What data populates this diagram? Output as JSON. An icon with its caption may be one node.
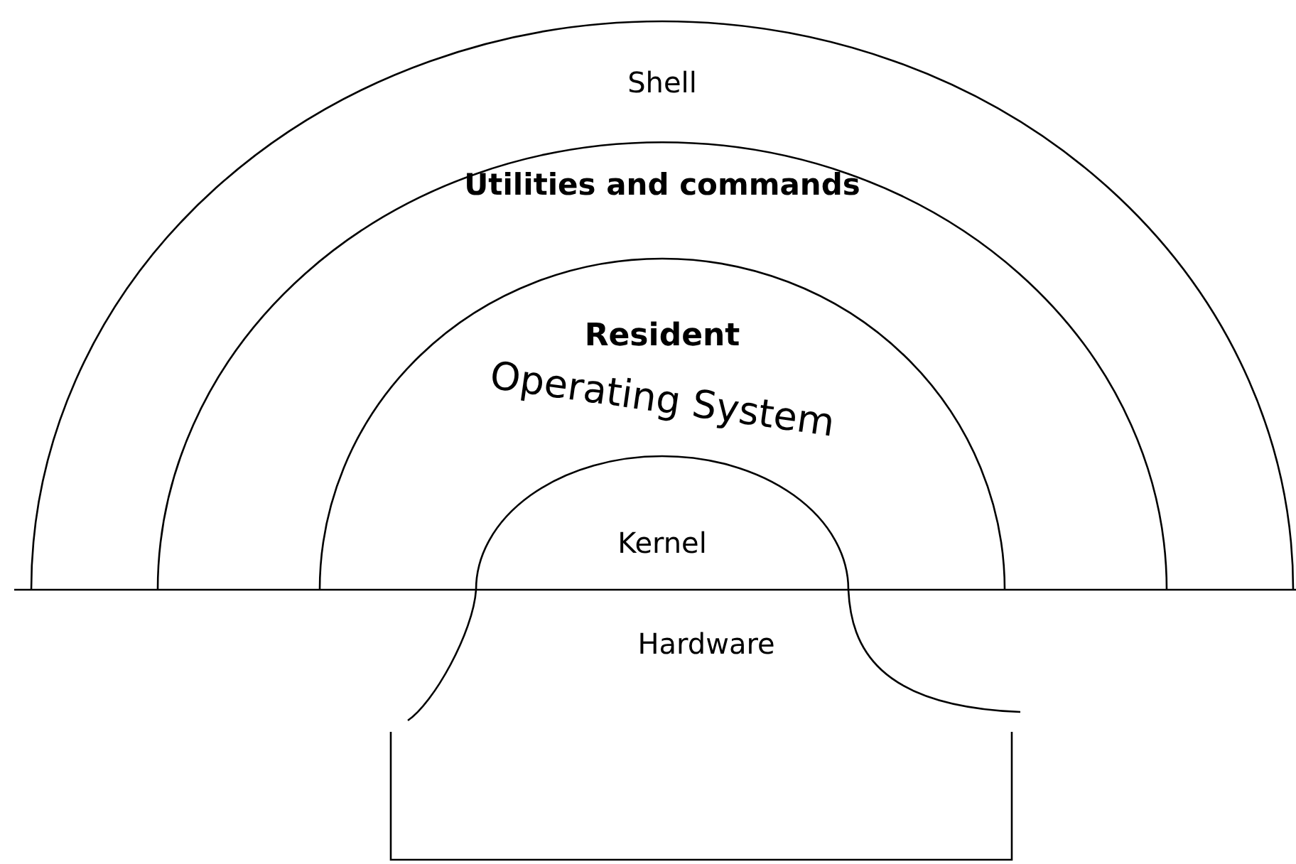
{
  "diagram": {
    "nodes": [
      {
        "text": [
          "Shell"
        ]
      },
      {
        "text": [
          "Utilities and commands"
        ],
        "in": 0
      },
      {
        "text": [
          "Resident",
          "Operating System"
        ],
        "in": 1
      },
      {
        "text": [
          "Kernel"
        ],
        "in": 2
      },
      {
        "text": [
          "Hardware"
        ]
      }
    ]
  }
}
